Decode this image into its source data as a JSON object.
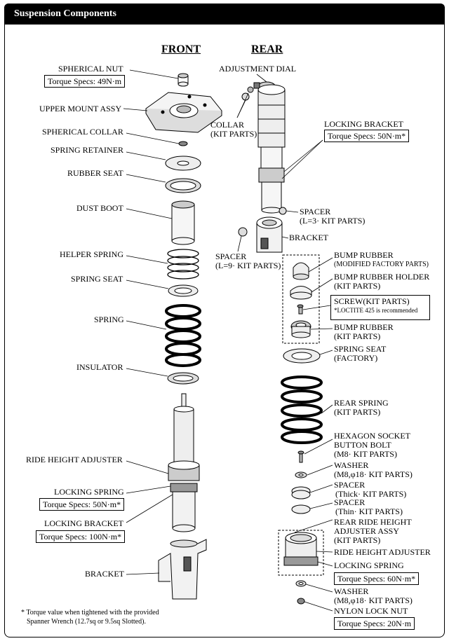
{
  "header": {
    "title": "Suspension Components"
  },
  "columns": {
    "front": "FRONT",
    "rear": "REAR"
  },
  "front": {
    "spherical_nut": "SPHERICAL NUT",
    "spherical_nut_torque": "Torque Specs: 49N·m",
    "upper_mount": "UPPER MOUNT ASSY",
    "spherical_collar": "SPHERICAL COLLAR",
    "spring_retainer": "SPRING RETAINER",
    "rubber_seat": "RUBBER SEAT",
    "dust_boot": "DUST BOOT",
    "helper_spring": "HELPER SPRING",
    "spring_seat": "SPRING SEAT",
    "spring": "SPRING",
    "insulator": "INSULATOR",
    "ride_height_adjuster": "RIDE HEIGHT ADJUSTER",
    "locking_spring": "LOCKING SPRING",
    "locking_spring_torque": "Torque Specs: 50N·m*",
    "locking_bracket": "LOCKING BRACKET",
    "locking_bracket_torque": "Torque Specs: 100N·m*",
    "bracket": "BRACKET"
  },
  "rear": {
    "adjustment_dial": "ADJUSTMENT DIAL",
    "collar": "COLLAR",
    "collar_sub": "(KIT PARTS)",
    "locking_bracket": "LOCKING BRACKET",
    "locking_bracket_torque": "Torque Specs: 50N·m*",
    "spacer_a": "SPACER",
    "spacer_a_sub": "(L=3· KIT PARTS)",
    "bracket": "BRACKET",
    "spacer_b": "SPACER",
    "spacer_b_sub": "(L=9· KIT PARTS)",
    "bump_rubber_1": "BUMP RUBBER",
    "bump_rubber_1_sub": "(MODIFIED FACTORY PARTS)",
    "bump_rubber_holder": "BUMP RUBBER HOLDER",
    "bump_rubber_holder_sub": "(KIT PARTS)",
    "screw": "SCREW(KIT PARTS)",
    "screw_note": "*LOCTITE 425 is recommended",
    "bump_rubber_2": "BUMP RUBBER",
    "bump_rubber_2_sub": "(KIT PARTS)",
    "spring_seat": "SPRING SEAT",
    "spring_seat_sub": "(FACTORY)",
    "rear_spring": "REAR SPRING",
    "rear_spring_sub": "(KIT PARTS)",
    "hex_bolt_1": "HEXAGON SOCKET",
    "hex_bolt_2": "BUTTON BOLT",
    "hex_bolt_3": "(M8· KIT PARTS)",
    "washer_a": "WASHER",
    "washer_a_sub": "(M8,φ18· KIT PARTS)",
    "spacer_thick": "SPACER",
    "spacer_thick_sub": "(Thick· KIT PARTS)",
    "spacer_thin": "SPACER",
    "spacer_thin_sub": "(Thin· KIT PARTS)",
    "rrha_1": "REAR RIDE HEIGHT",
    "rrha_2": "ADJUSTER ASSY",
    "rrha_3": "(KIT PARTS)",
    "ride_height_adjuster": "RIDE HEIGHT ADJUSTER",
    "locking_spring": "LOCKING SPRING",
    "locking_spring_torque": "Torque Specs: 60N·m*",
    "washer_b": "WASHER",
    "washer_b_sub": "(M8,φ18· KIT PARTS)",
    "nylon_nut": "NYLON LOCK NUT",
    "nylon_nut_torque": "Torque Specs: 20N·m"
  },
  "footnote": {
    "line1": "* Torque value when tightened with the provided",
    "line2": "Spanner Wrench (12.7sq or 9.5sq Slotted)."
  }
}
